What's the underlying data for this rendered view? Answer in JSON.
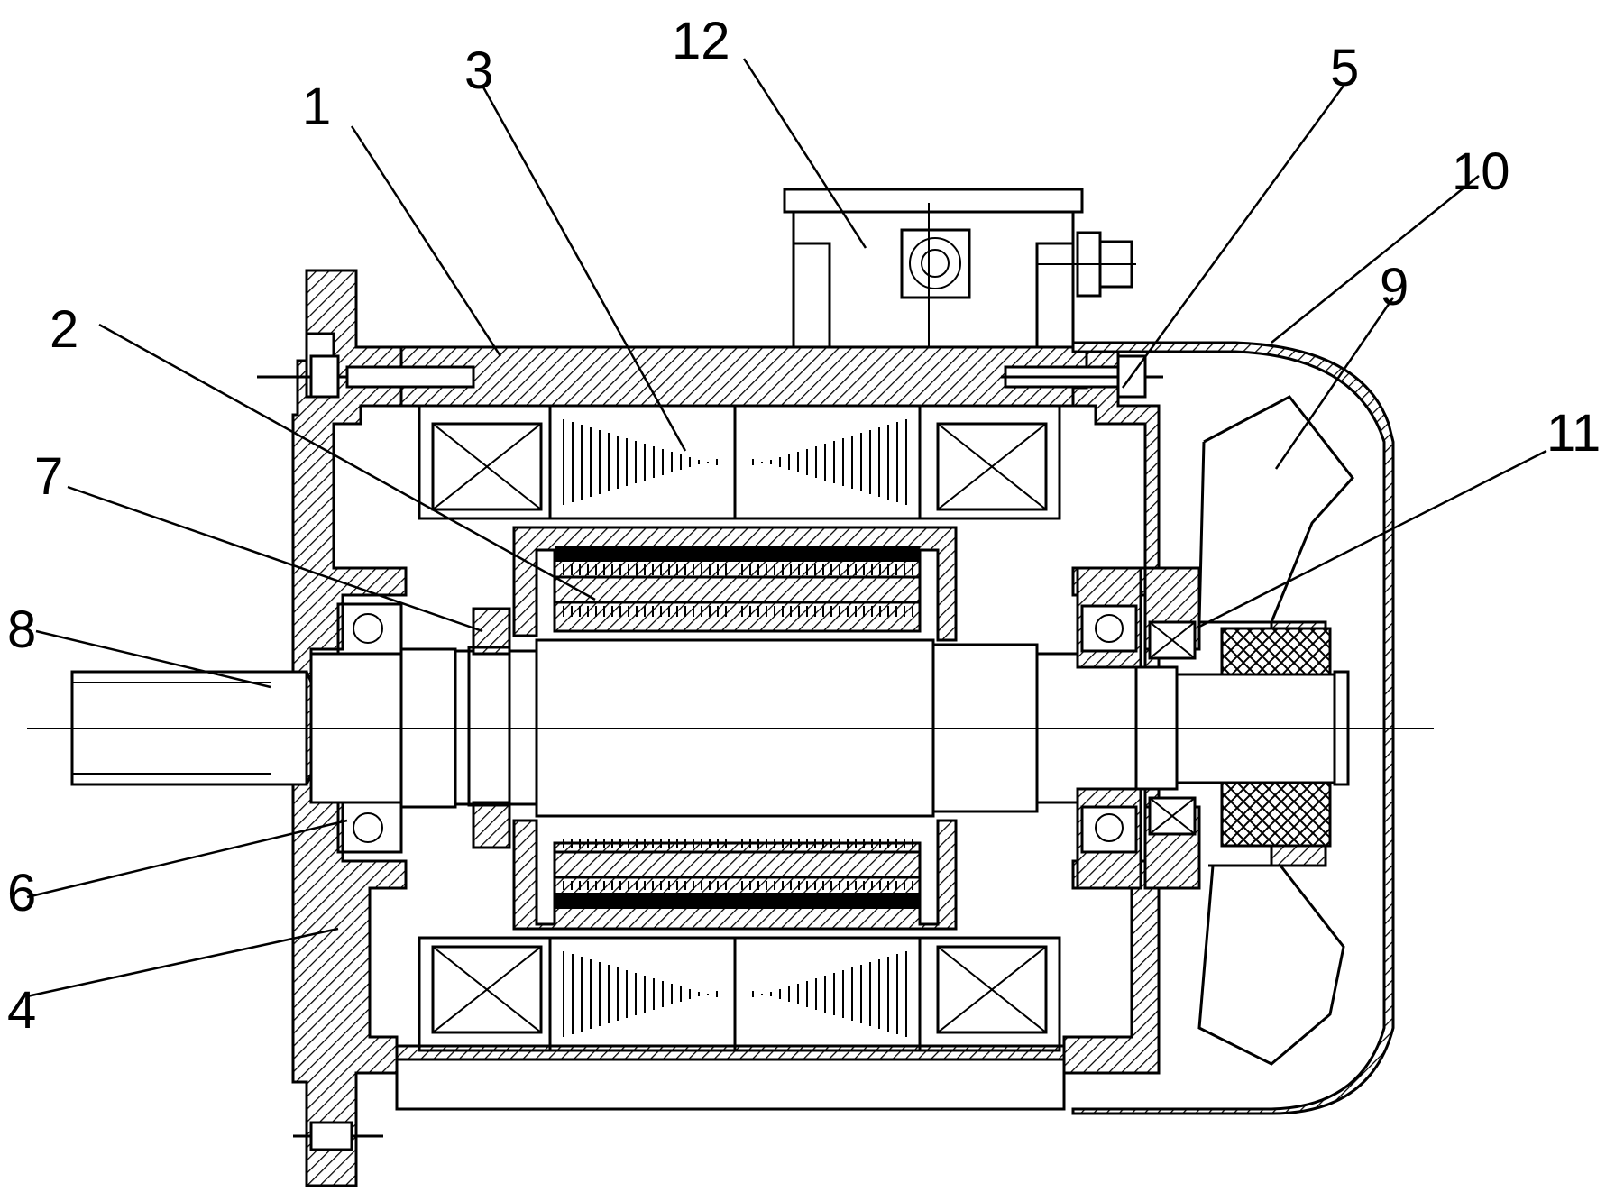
{
  "labels": [
    {
      "id": "1",
      "text": "1"
    },
    {
      "id": "2",
      "text": "2"
    },
    {
      "id": "3",
      "text": "3"
    },
    {
      "id": "4",
      "text": "4"
    },
    {
      "id": "5",
      "text": "5"
    },
    {
      "id": "6",
      "text": "6"
    },
    {
      "id": "7",
      "text": "7"
    },
    {
      "id": "8",
      "text": "8"
    },
    {
      "id": "9",
      "text": "9"
    },
    {
      "id": "10",
      "text": "10"
    },
    {
      "id": "11",
      "text": "11"
    },
    {
      "id": "12",
      "text": "12"
    }
  ],
  "colors": {
    "ink": "#000000",
    "paper": "#ffffff"
  }
}
